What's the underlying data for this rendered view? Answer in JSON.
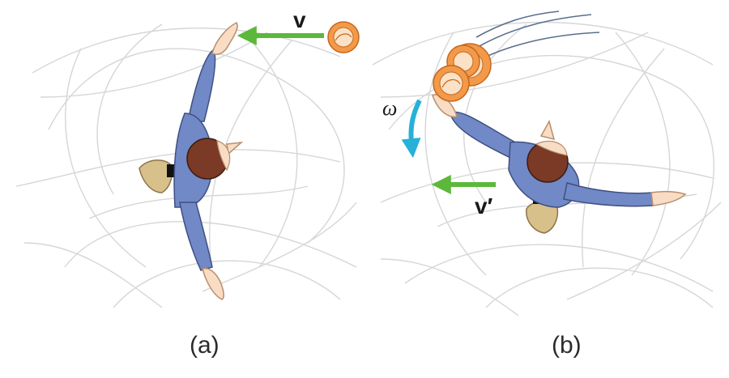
{
  "panels": [
    {
      "id": "a",
      "caption": "(a)",
      "velocity_label": "v"
    },
    {
      "id": "b",
      "caption": "(b)",
      "velocity_label": "v′",
      "angular_label": "ω"
    }
  ],
  "colors": {
    "ice_lines": "#d4d4d4",
    "arm_shirt": "#7189c6",
    "arm_outline": "#3f4f80",
    "skin": "#f8dcc4",
    "skin_outline": "#b88e6e",
    "hair": "#7a3a25",
    "ball": "#f39a4a",
    "ball_outline": "#c5681e",
    "velocity_arrow": "#5cb83a",
    "angular_arrow": "#27b0d8",
    "boot": "#d8c08a"
  },
  "icons": [
    "ice-skater-icon",
    "puck-icon",
    "velocity-arrow-icon",
    "rotation-arrow-icon"
  ]
}
